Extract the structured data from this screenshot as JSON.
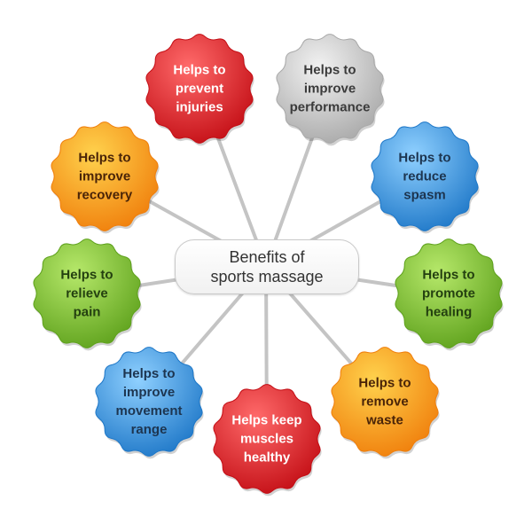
{
  "center": {
    "title": "Benefits of\nsports massage"
  },
  "benefits": [
    {
      "label": "Helps to\nprevent\ninjuries",
      "color_light": "#ff6a6a",
      "color_dark": "#c40f16",
      "text_color": "#ffffff"
    },
    {
      "label": "Helps to\nimprove\nperformance",
      "color_light": "#f2f2f2",
      "color_dark": "#a9a9a9",
      "text_color": "#3b3b3b"
    },
    {
      "label": "Helps to\nreduce\nspasm",
      "color_light": "#8fd0ff",
      "color_dark": "#1f78c8",
      "text_color": "#1d3550"
    },
    {
      "label": "Helps to\npromote\nhealing",
      "color_light": "#b6e86a",
      "color_dark": "#5fa21d",
      "text_color": "#244010"
    },
    {
      "label": "Helps to\nremove\nwaste",
      "color_light": "#ffd24d",
      "color_dark": "#f07f0c",
      "text_color": "#4a2408"
    },
    {
      "label": "Helps keep\nmuscles\nhealthy",
      "color_light": "#ff6a6a",
      "color_dark": "#c40f16",
      "text_color": "#ffffff"
    },
    {
      "label": "Helps to\nimprove\nmovement\nrange",
      "color_light": "#8fd0ff",
      "color_dark": "#1f78c8",
      "text_color": "#1d3550"
    },
    {
      "label": "Helps to\nrelieve\npain",
      "color_light": "#b6e86a",
      "color_dark": "#5fa21d",
      "text_color": "#244010"
    },
    {
      "label": "Helps to\nimprove\nrecovery",
      "color_light": "#ffd24d",
      "color_dark": "#f07f0c",
      "text_color": "#4a2408"
    }
  ]
}
